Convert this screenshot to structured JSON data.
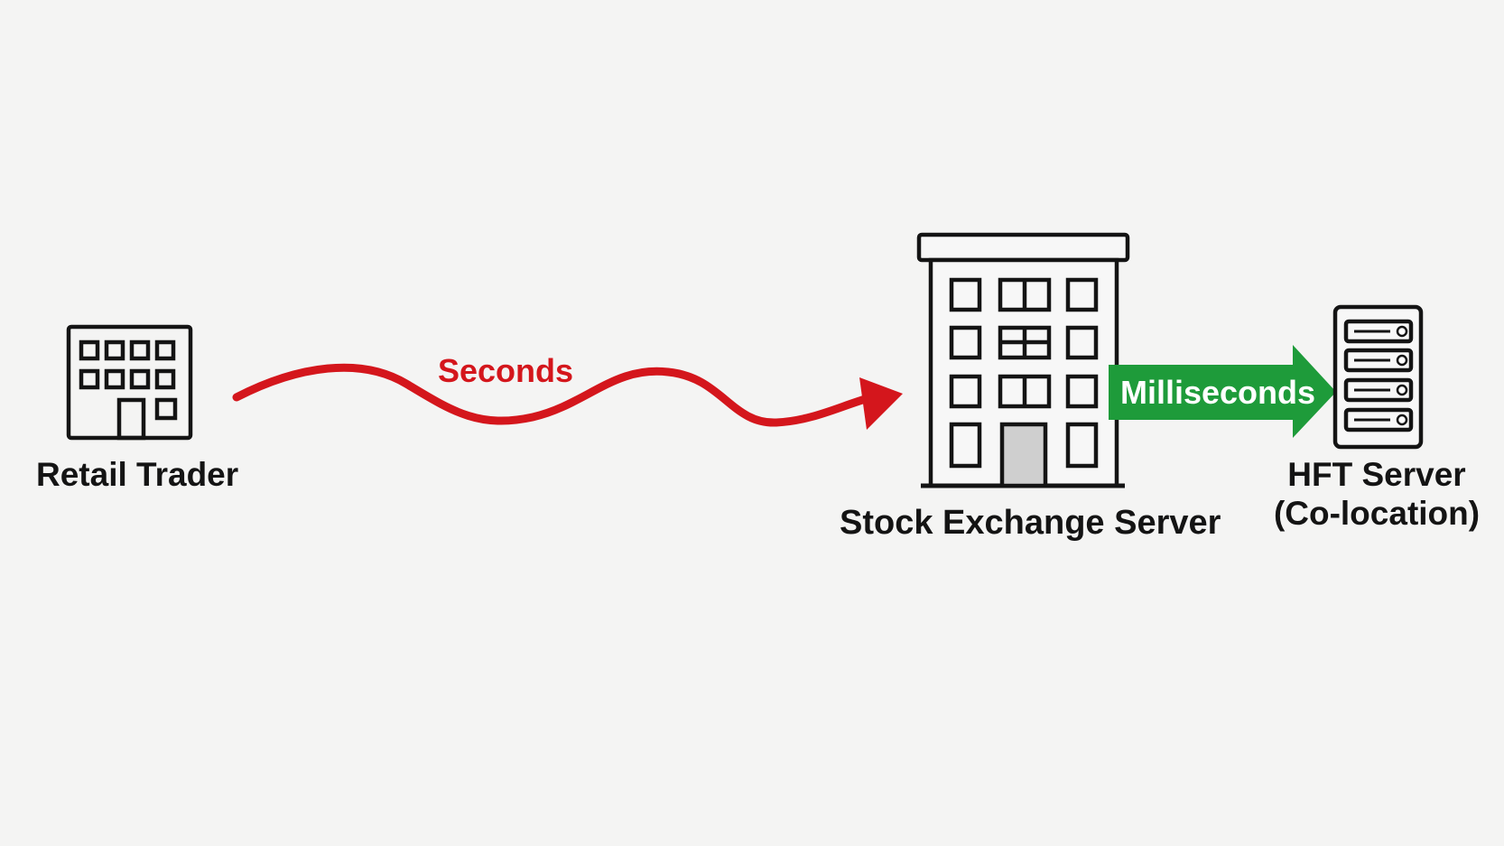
{
  "nodes": {
    "retail_trader": "Retail Trader",
    "stock_exchange": "Stock Exchange Server",
    "hft_server_line1": "HFT Server",
    "hft_server_line2": "(Co-location)"
  },
  "edges": {
    "slow_label": "Seconds",
    "fast_label": "Milliseconds"
  },
  "colors": {
    "background": "#f4f4f3",
    "slow": "#d4161c",
    "fast": "#1e9b3a",
    "outline": "#141414",
    "door_fill": "#cfcfcf"
  },
  "icons": [
    "small-building-icon",
    "office-building-icon",
    "server-rack-icon"
  ]
}
